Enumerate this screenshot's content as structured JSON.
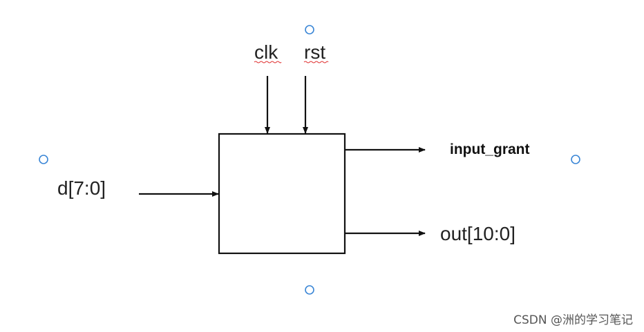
{
  "diagram": {
    "inputs": {
      "clk": "clk",
      "rst": "rst",
      "d": "d[7:0]"
    },
    "outputs": {
      "grant": "input_grant",
      "out": "out[10:0]"
    }
  },
  "watermark": "CSDN @洲的学习笔记",
  "colors": {
    "line": "#111111",
    "handle": "#3a86d6",
    "spellcheck": "#e03131"
  }
}
